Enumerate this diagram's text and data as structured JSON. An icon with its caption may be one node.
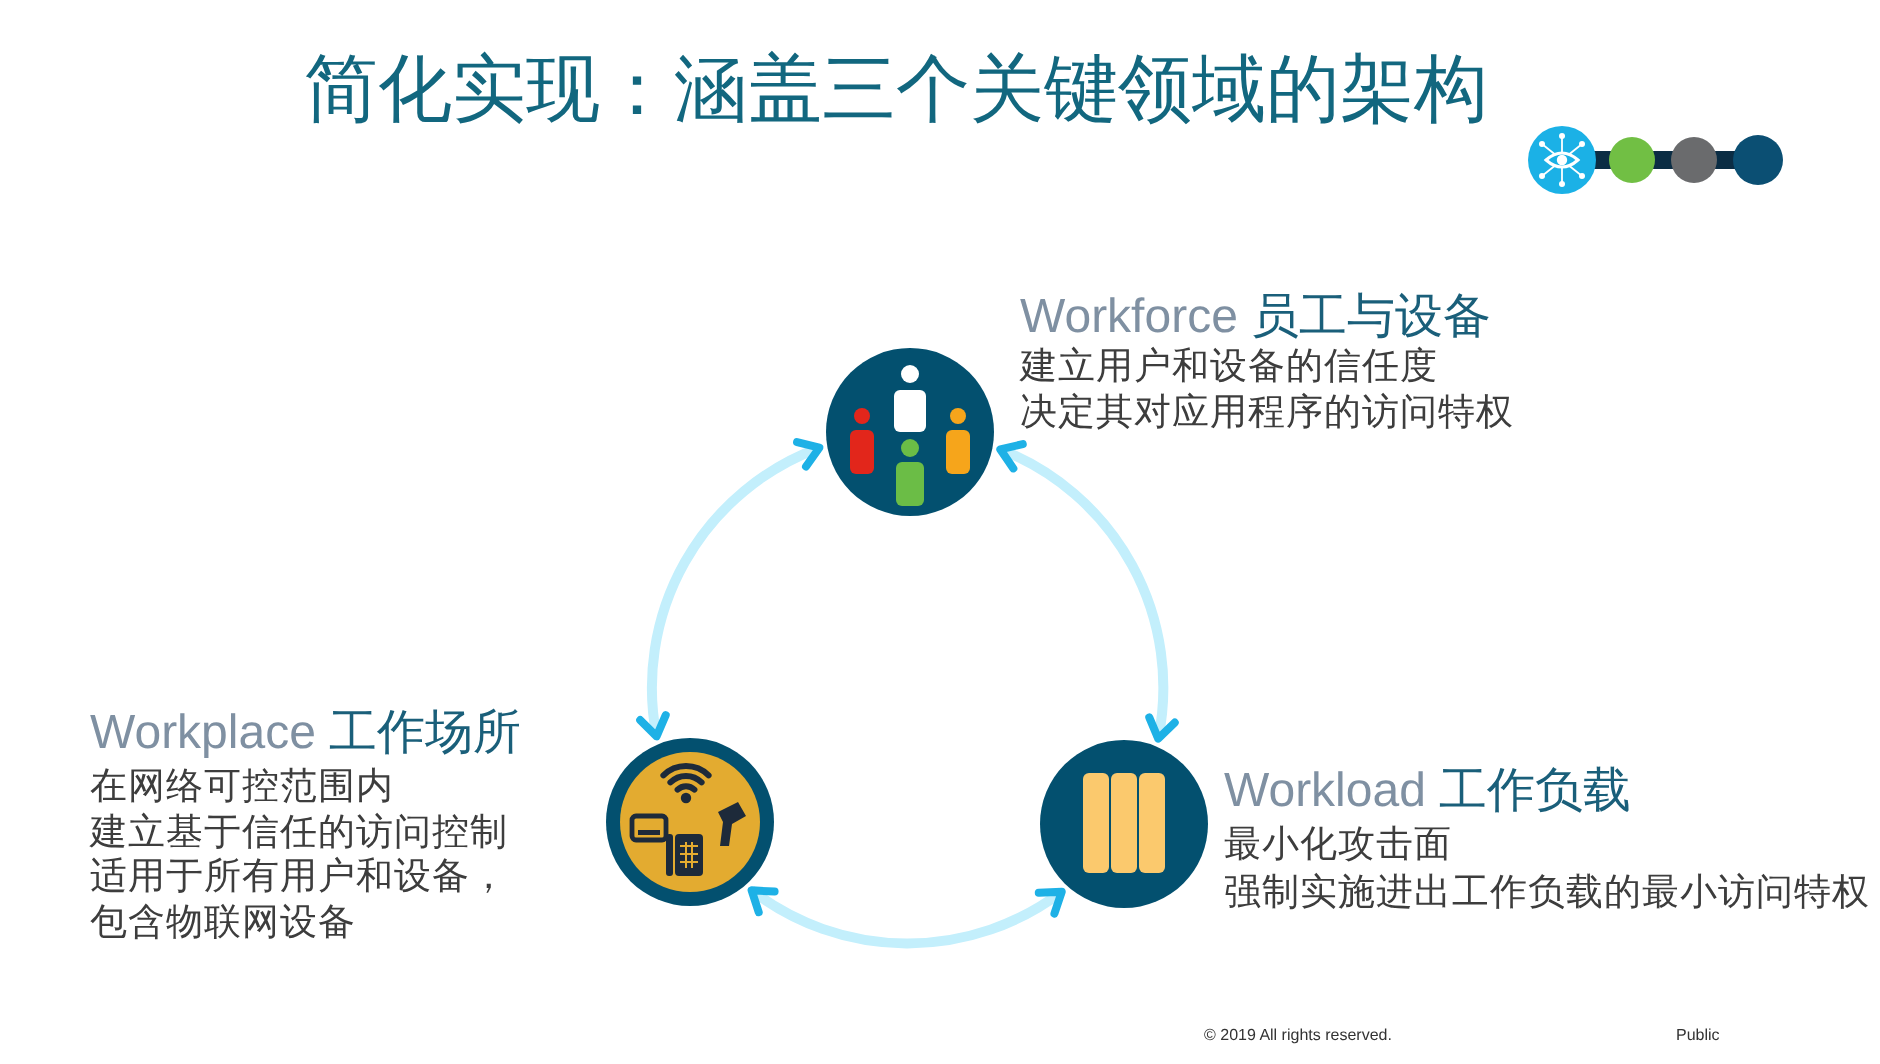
{
  "diagram": {
    "title": "简化实现：涵盖三个关键领域的架构",
    "nodes": [
      {
        "text": [],
        "shape": "circle",
        "beside": [
          "Workforce 员工与设备",
          "建立用户和设备的信任度",
          "决定其对应用程序的访问特权"
        ]
      },
      {
        "text": [],
        "shape": "circle",
        "beside": [
          "Workplace 工作场所",
          "在网络可控范围内",
          "建立基于信任的访问控制",
          "适用于所有用户和设备，",
          "包含物联网设备"
        ]
      },
      {
        "text": [],
        "shape": "circle",
        "beside": [
          "Workload 工作负载",
          "最小化攻击面",
          "强制实施进出工作负载的最小访问特权"
        ]
      }
    ],
    "edges": [
      {
        "from": 0,
        "to": 1,
        "arrow": "both"
      },
      {
        "from": 1,
        "to": 2,
        "arrow": "both"
      },
      {
        "from": 2,
        "to": 0,
        "arrow": "both"
      }
    ],
    "labels": [
      "© 2019 All rights reserved.",
      "Public"
    ]
  }
}
